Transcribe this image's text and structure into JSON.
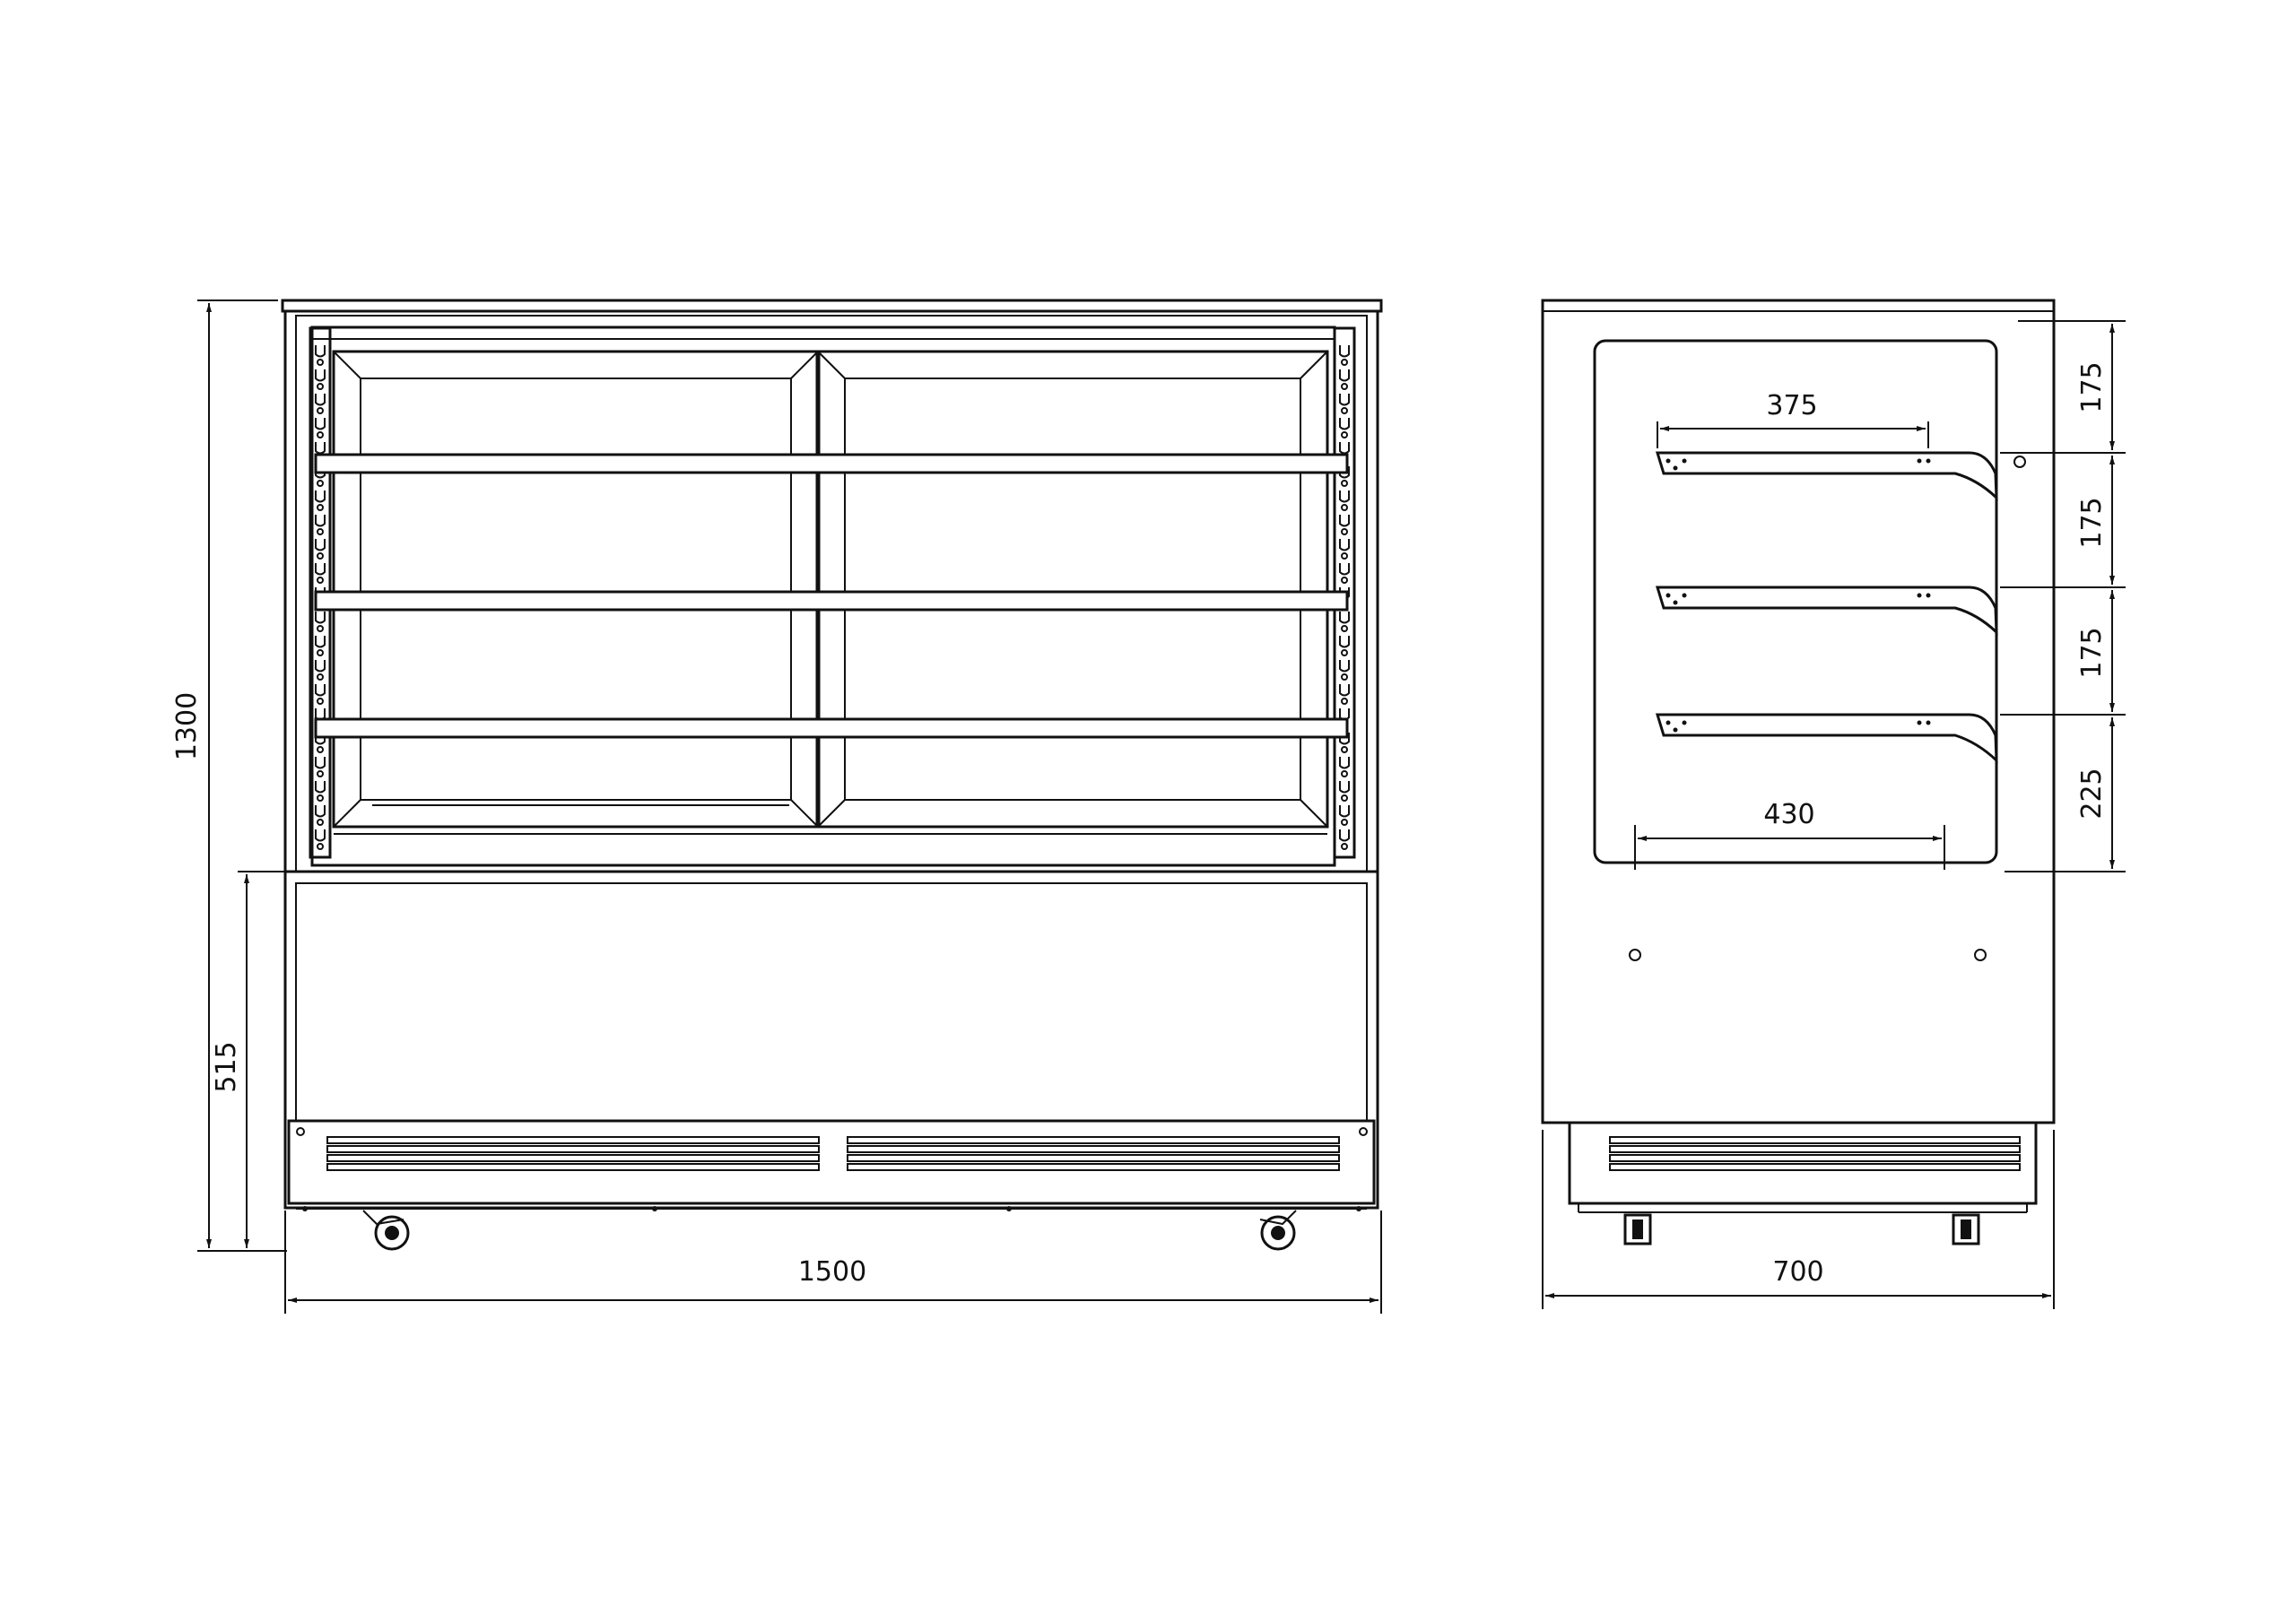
{
  "front_view": {
    "dimensions": {
      "overall_width": "1500",
      "overall_height": "1300",
      "base_height": "515"
    }
  },
  "side_view": {
    "dimensions": {
      "overall_depth": "700",
      "shelf_depth_upper": "375",
      "base_depth": "430",
      "spacing_1": "175",
      "spacing_2": "175",
      "spacing_3": "175",
      "spacing_bottom": "225"
    }
  }
}
